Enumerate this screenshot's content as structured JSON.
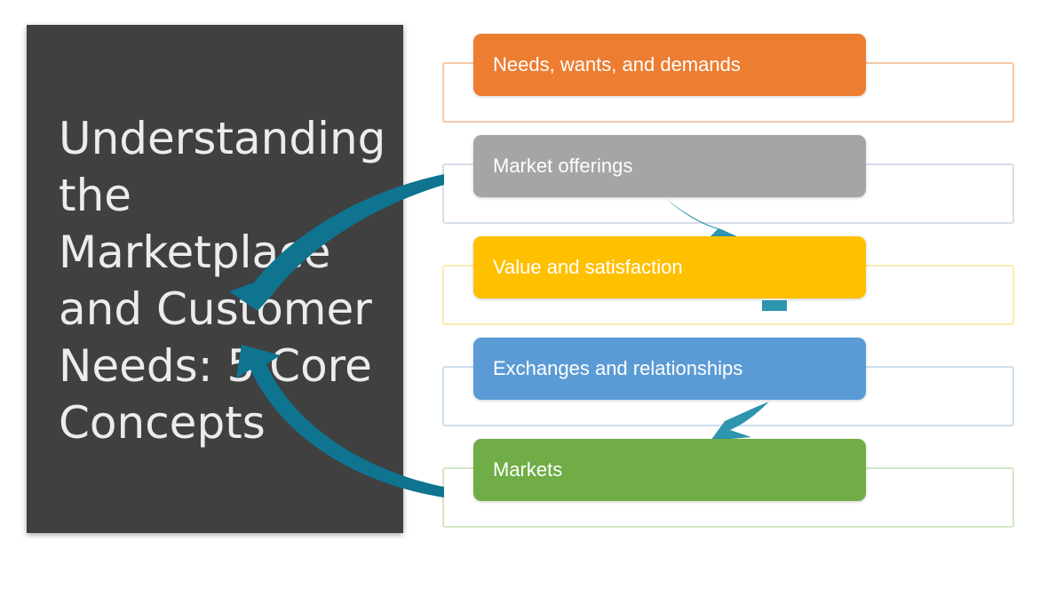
{
  "title": "Understanding the Marketplace and Customer Needs: 5 Core Concepts",
  "concepts": [
    {
      "label": "Needs, wants, and demands",
      "fill": "#ED7D31",
      "outline": "#F6C9A6"
    },
    {
      "label": "Market offerings",
      "fill": "#A5A5A5",
      "outline": "#D6DEE9"
    },
    {
      "label": "Value and satisfaction",
      "fill": "#FFC000",
      "outline": "#FBEBB3"
    },
    {
      "label": "Exchanges and relationships",
      "fill": "#5B9BD5",
      "outline": "#CCDFF0"
    },
    {
      "label": "Markets",
      "fill": "#70AD47",
      "outline": "#D2E6C4"
    }
  ],
  "colors": {
    "panel": "#404040",
    "arrow": "#0E7490",
    "connector": "#2E95AE"
  }
}
